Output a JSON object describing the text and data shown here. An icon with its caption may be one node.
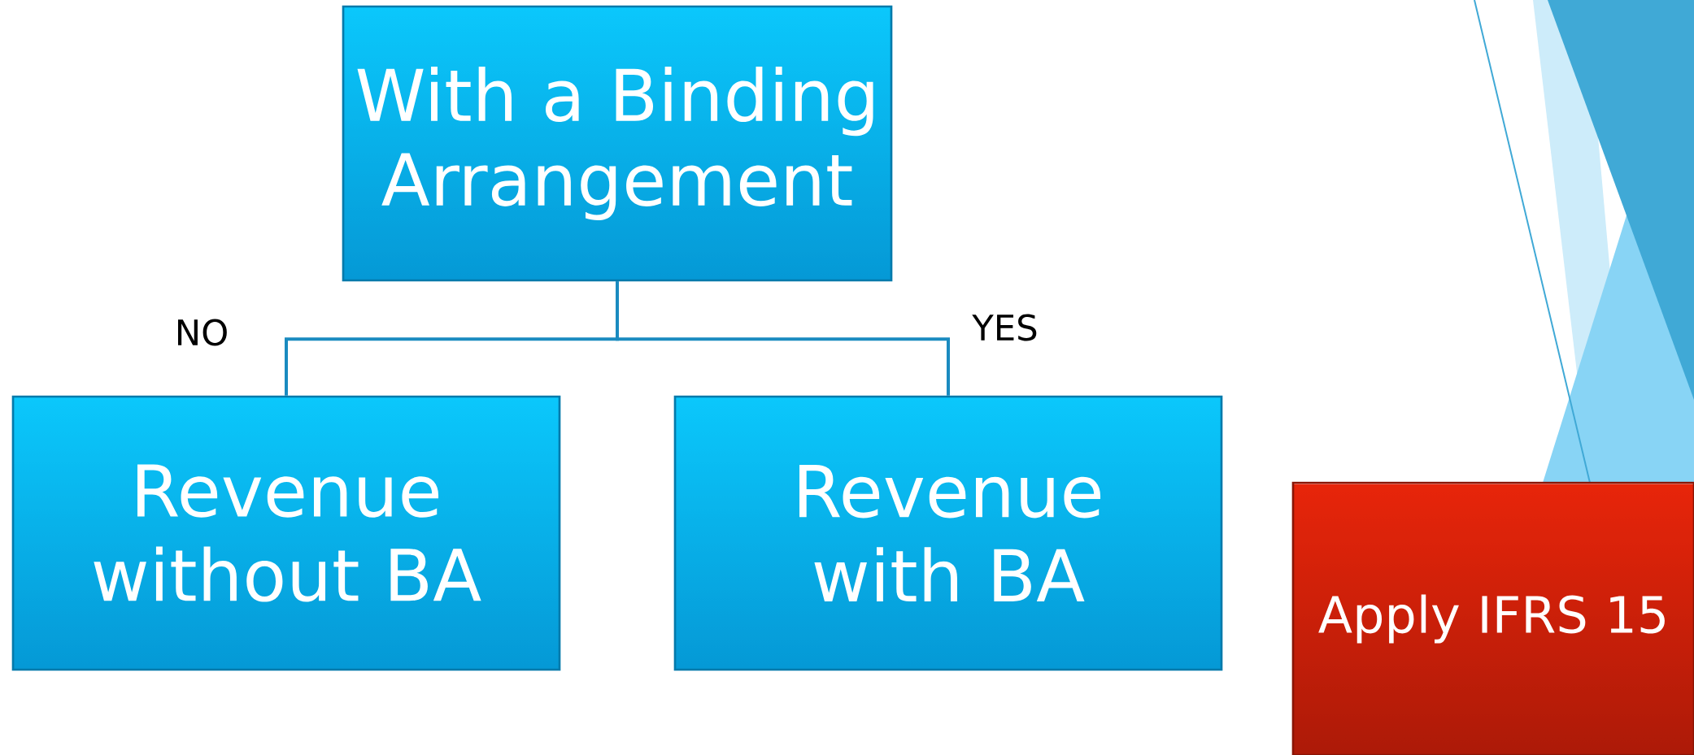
{
  "diagram": {
    "nodes": [
      {
        "text": [
          "With a Binding Arrangement"
        ]
      },
      {
        "text": [
          "Revenue without BA"
        ]
      },
      {
        "text": [
          "Revenue with BA"
        ]
      },
      {
        "text": [
          "Apply IFRS 15"
        ]
      }
    ],
    "edges": [
      {
        "from": 0,
        "to": 1,
        "arrow": "none",
        "label": "NO"
      },
      {
        "from": 0,
        "to": 2,
        "arrow": "none",
        "label": "YES"
      }
    ]
  }
}
